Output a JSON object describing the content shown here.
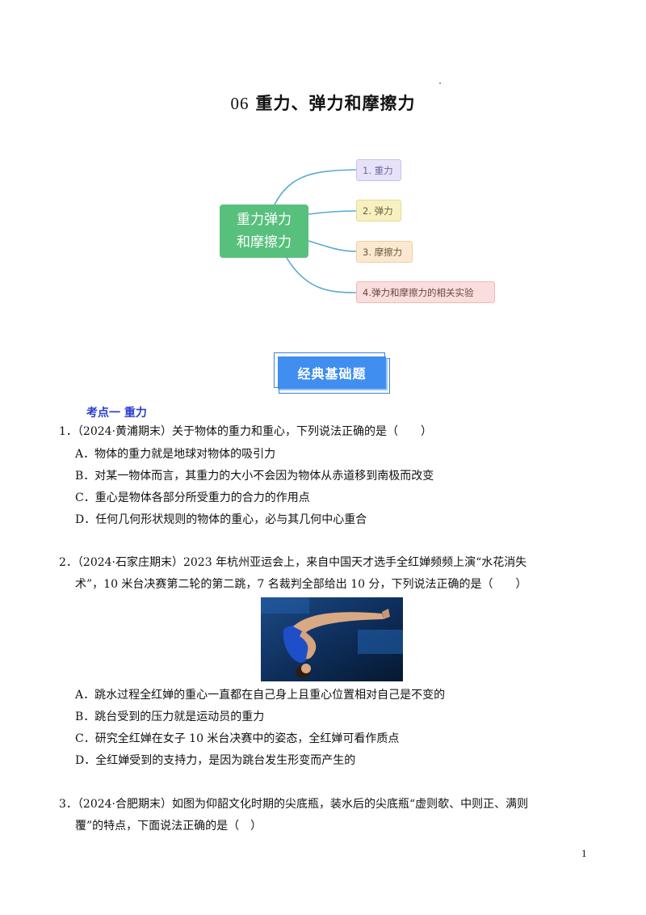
{
  "doc": {
    "title_num": "06",
    "title_text": "重力、弹力和摩擦力",
    "page_number": "1"
  },
  "mindmap": {
    "root": "重力弹力和摩擦力",
    "root_line1": "重力弹力",
    "root_line2": "和摩擦力",
    "nodes": [
      "1. 重力",
      "2. 弹力",
      "3. 摩擦力",
      "4.弹力和摩擦力的相关实验"
    ],
    "colors": {
      "root": "#58c07d",
      "line": "#5aa9d6"
    }
  },
  "banner": "经典基础题",
  "section1": "考点一  重力",
  "q1": {
    "stem": "1．（2024·黄浦期末）关于物体的重力和重心，下列说法正确的是（　　）",
    "options": [
      "A．物体的重力就是地球对物体的吸引力",
      "B．对某一物体而言，其重力的大小不会因为物体从赤道移到南极而改变",
      "C．重心是物体各部分所受重力的合力的作用点",
      "D．任何几何形状规则的物体的重心，必与其几何中心重合"
    ]
  },
  "q2": {
    "stem_line1": "2．（2024·石家庄期末）2023 年杭州亚运会上，来自中国天才选手全红婵频频上演“水花消失",
    "stem_line2": "术”，10 米台决赛第二轮的第二跳，7 名裁判全部给出 10 分，下列说法正确的是（　　）",
    "options": [
      "A．跳水过程全红婵的重心一直都在自己身上且重心位置相对自己是不变的",
      "B．跳台受到的压力就是运动员的重力",
      "C．研究全红婵在女子 10 米台决赛中的姿态，全红婵可看作质点",
      "D．全红婵受到的支持力，是因为跳台发生形变而产生的"
    ]
  },
  "q3": {
    "stem_line1": "3．（2024·合肥期末）如图为仰韶文化时期的尖底瓶，装水后的尖底瓶“虚则欹、中则正、满则",
    "stem_line2": "覆”的特点，下面说法正确的是（　）"
  }
}
